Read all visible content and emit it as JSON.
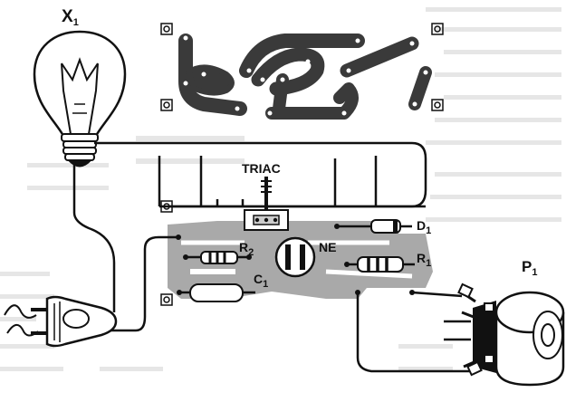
{
  "labels": {
    "lamp": "X",
    "lamp_sub": "1",
    "triac": "TRIAC",
    "diode": "D",
    "diode_sub": "1",
    "r2": "R",
    "r2_sub": "2",
    "neon": "NE",
    "r1": "R",
    "r1_sub": "1",
    "c1": "C",
    "c1_sub": "1",
    "pot": "P",
    "pot_sub": "1"
  },
  "colors": {
    "ink": "#111111",
    "trace": "#3a3a3a",
    "board_gray": "#a9a9a9",
    "background": "#ffffff"
  }
}
